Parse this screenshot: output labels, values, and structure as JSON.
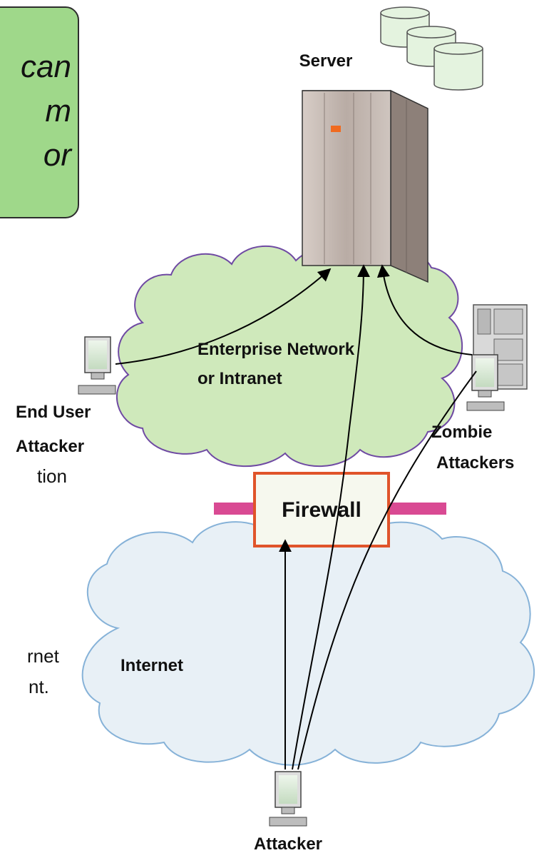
{
  "callout": {
    "lines": [
      "can",
      "m",
      "or"
    ]
  },
  "body_fragments": [
    "tion",
    "rnet",
    "nt."
  ],
  "labels": {
    "server": "Server",
    "network_line1": "Enterprise Network",
    "network_line2": "or Intranet",
    "end_user_line1": "End User",
    "end_user_line2": "Attacker",
    "zombie_line1": "Zombie",
    "zombie_line2": "Attackers",
    "firewall": "Firewall",
    "internet": "Internet",
    "attacker": "Attacker"
  },
  "colors": {
    "callout_fill": "#9fd88a",
    "enterprise_cloud_fill": "#cfe9bb",
    "enterprise_cloud_stroke": "#6f4aa3",
    "internet_cloud_fill": "#e8f0f6",
    "internet_cloud_stroke": "#86b2d8",
    "firewall_border": "#e0542a",
    "firewall_fill": "#f6f8ee",
    "firewall_bar": "#d94a93"
  }
}
